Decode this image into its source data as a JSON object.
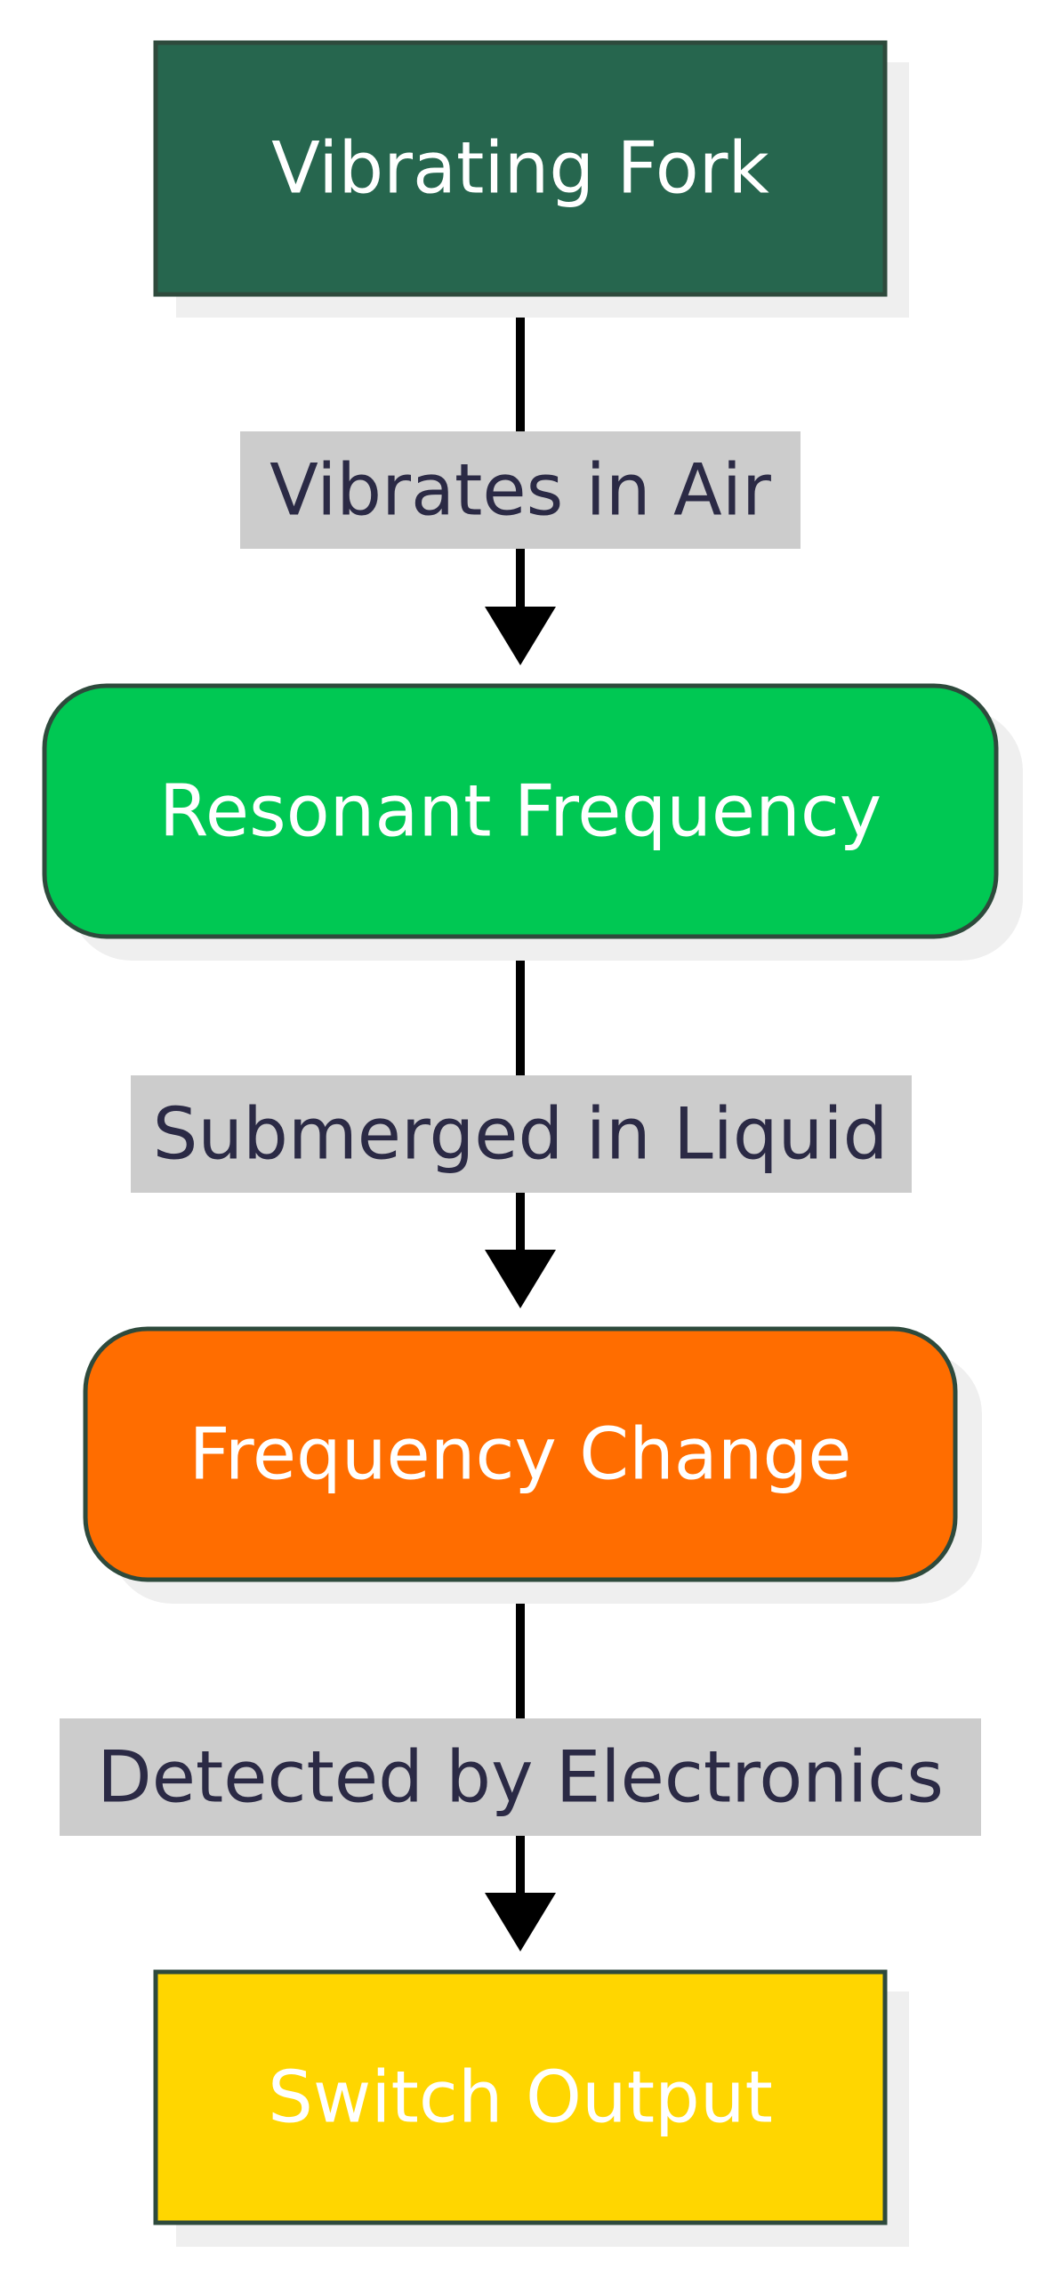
{
  "colors": {
    "node_border": "#2e4a3c",
    "shadow": "#efefef",
    "edge_line": "#000000",
    "edge_label_bg": "#cccccc",
    "edge_label_text": "#2b2a45",
    "node_text": "#ffffff"
  },
  "nodes": [
    {
      "label": "Vibrating Fork",
      "shape": "rectangle",
      "fill": "#26664e"
    },
    {
      "label": "Resonant Frequency",
      "shape": "rounded-rectangle",
      "fill": "#00c853"
    },
    {
      "label": "Frequency Change",
      "shape": "rounded-rectangle",
      "fill": "#ff6d00"
    },
    {
      "label": "Switch Output",
      "shape": "rectangle",
      "fill": "#ffd600"
    }
  ],
  "edges": [
    {
      "from": "Vibrating Fork",
      "to": "Resonant Frequency",
      "label": "Vibrates in Air"
    },
    {
      "from": "Resonant Frequency",
      "to": "Frequency Change",
      "label": "Submerged in Liquid"
    },
    {
      "from": "Frequency Change",
      "to": "Switch Output",
      "label": "Detected by Electronics"
    }
  ]
}
